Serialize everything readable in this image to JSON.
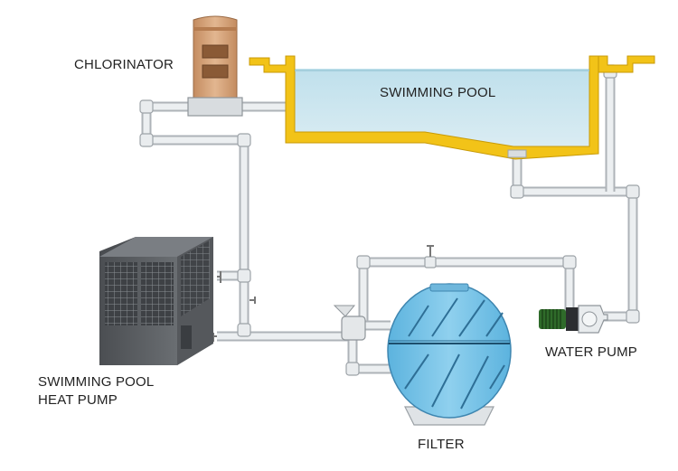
{
  "labels": {
    "chlorinator": "CHLORINATOR",
    "pool": "SWIMMING POOL",
    "heat_pump_line1": "SWIMMING POOL",
    "heat_pump_line2": "HEAT PUMP",
    "water_pump": "WATER PUMP",
    "filter": "FILTER"
  },
  "colors": {
    "pool_water": "#cfe6ef",
    "pool_edge": "#f2c318",
    "chlorinator": "#d9a77e",
    "filter_body": "#7fc4e6",
    "pump_motor": "#2f6b2a",
    "heat_pump": "#5b5e62",
    "pipe": "#e9ecee"
  }
}
